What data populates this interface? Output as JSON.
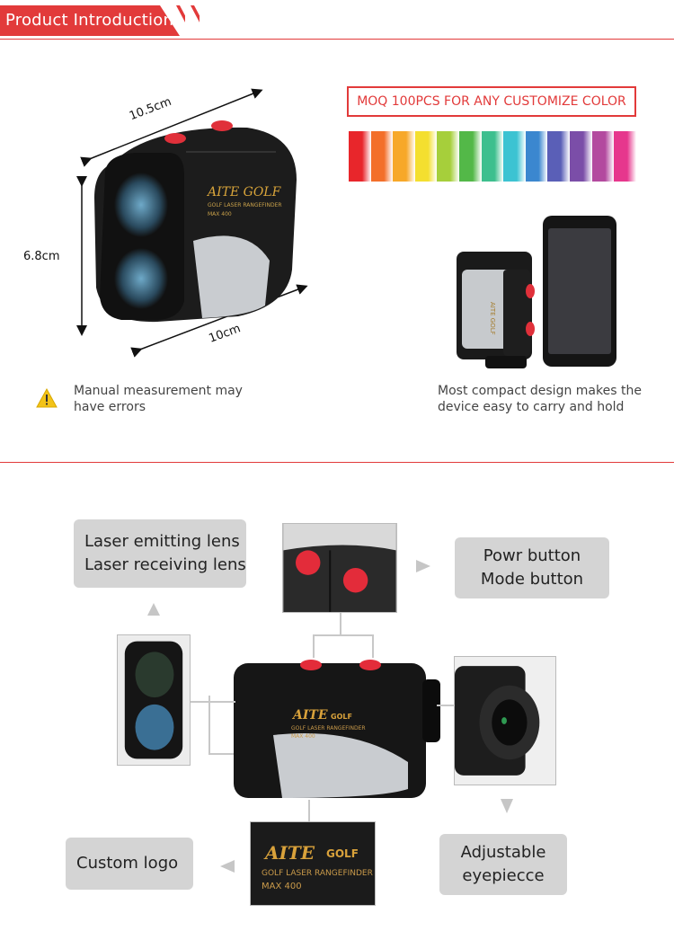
{
  "header": {
    "title": "Product Introduction"
  },
  "dimensions": {
    "length": "10.5cm",
    "height": "6.8cm",
    "width": "10cm"
  },
  "device": {
    "brand": "AITE",
    "brand_suffix": "GOLF",
    "subtitle": "GOLF LASER RANGEFINDER",
    "model": "MAX 400"
  },
  "moq": {
    "text": "MOQ 100PCS FOR ANY CUSTOMIZE COLOR"
  },
  "colors": {
    "accent": "#e23a3a",
    "swatches": [
      "#e8262b",
      "#f36f2a",
      "#f7a829",
      "#f4df2f",
      "#a6cf3b",
      "#53b848",
      "#3dbf8e",
      "#3cc3d2",
      "#3b87cf",
      "#5a5fb7",
      "#7b4ea8",
      "#b34a9f",
      "#e6378d"
    ]
  },
  "notes": {
    "left": [
      "Manual measurement may",
      "have errors"
    ],
    "right": [
      "Most compact design makes the",
      "device easy to carry and hold"
    ]
  },
  "callouts": {
    "lens": [
      "Laser emitting lens",
      "Laser receiving lens"
    ],
    "buttons": [
      "Powr button",
      "Mode button"
    ],
    "logo": "Custom logo",
    "eyepiece": [
      "Adjustable",
      "eyepiecce"
    ]
  },
  "icons": {
    "warning": "warning-triangle-icon"
  }
}
